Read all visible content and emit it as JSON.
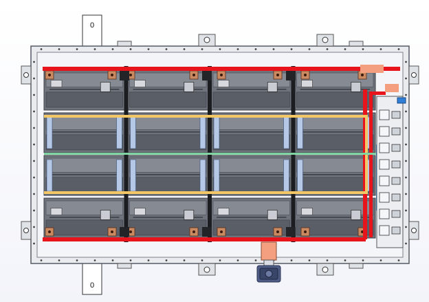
{
  "mount_tabs": {
    "top_label": "0",
    "bottom_label": "0"
  },
  "modules": {
    "columns": 4,
    "rows": 4
  },
  "cables": {
    "positive_color": "#e8141c",
    "connector_color": "#f4a080",
    "sense_color": "#f3c766",
    "mid_color": "#7fd3a0",
    "coolant_color": "#2f7fd6"
  },
  "colors": {
    "frame": "#e9ebef",
    "frame_edge": "#555a63",
    "module_body": "#6e737c",
    "module_dark": "#3b3f46",
    "module_light": "#c9ccd3",
    "busbar_pad": "#c98a62"
  }
}
